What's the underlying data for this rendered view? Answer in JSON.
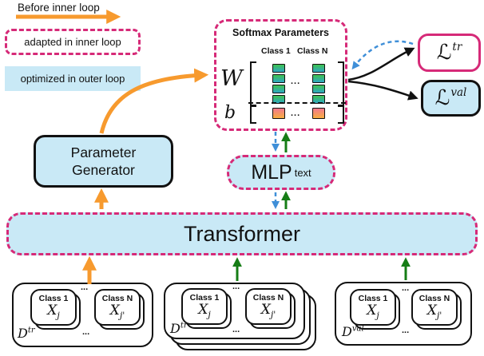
{
  "colors": {
    "magenta": "#d62a78",
    "light_blue": "#c9e9f6",
    "orange": "#f79a2e",
    "green": "#167d16",
    "blue": "#3f8fd8",
    "black": "#111111",
    "weight_green_top": "#3ec14e",
    "weight_teal_bottom": "#2fa8c4",
    "bias_pink_top": "#f2798e",
    "bias_orange_bottom": "#f8ae3f"
  },
  "legend": {
    "before_label": "Before inner loop",
    "adapted_label": "adapted in inner loop",
    "optimized_label": "optimized in outer loop"
  },
  "softmax": {
    "title": "Softmax Parameters",
    "class1_label": "Class 1",
    "classN_label": "Class N",
    "w_label": "W",
    "b_label": "b",
    "ellipsis": "..."
  },
  "losses": {
    "train_symbol": "ℒ",
    "train_sup": "tr",
    "val_symbol": "ℒ",
    "val_sup": "val"
  },
  "param_generator": {
    "line1": "Parameter",
    "line2": "Generator"
  },
  "mlp": {
    "label": "MLP",
    "sub": "text"
  },
  "transformer": {
    "label": "Transformer"
  },
  "datasets": [
    {
      "symbol": "D",
      "sup": "tr",
      "ellipsis": "...",
      "classes": [
        {
          "name": "Class 1",
          "x": "X",
          "x_sub": "j"
        },
        {
          "name": "Class N",
          "x": "X",
          "x_sub": "j'"
        }
      ]
    },
    {
      "symbol": "D",
      "sup": "tr",
      "ellipsis": "...",
      "classes": [
        {
          "name": "Class 1",
          "x": "X",
          "x_sub": "j"
        },
        {
          "name": "Class N",
          "x": "X",
          "x_sub": "j'"
        }
      ]
    },
    {
      "symbol": "D",
      "sup": "val",
      "ellipsis": "...",
      "classes": [
        {
          "name": "Class 1",
          "x": "X",
          "x_sub": "j"
        },
        {
          "name": "Class N",
          "x": "X",
          "x_sub": "j'"
        }
      ]
    }
  ]
}
